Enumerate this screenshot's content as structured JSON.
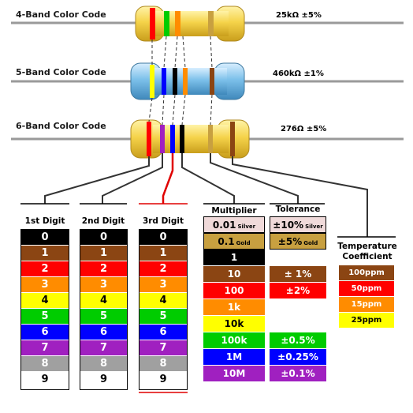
{
  "rows": [
    {
      "label": "4-Band Color Code",
      "value": "25kΩ  ±5%"
    },
    {
      "label": "5-Band Color Code",
      "value": "460kΩ  ±1%"
    },
    {
      "label": "6-Band Color Code",
      "value": "276Ω  ±5%"
    }
  ],
  "digit_headers": [
    "1st Digit",
    "2nd Digit",
    "3rd Digit"
  ],
  "digits": [
    {
      "text": "0",
      "bg": "#000000",
      "fg": "#ffffff"
    },
    {
      "text": "1",
      "bg": "#8b4513",
      "fg": "#ffffff"
    },
    {
      "text": "2",
      "bg": "#ff0000",
      "fg": "#ffffff"
    },
    {
      "text": "3",
      "bg": "#ff8c00",
      "fg": "#ffffff"
    },
    {
      "text": "4",
      "bg": "#ffff00",
      "fg": "#000000"
    },
    {
      "text": "5",
      "bg": "#00cc00",
      "fg": "#ffffff"
    },
    {
      "text": "6",
      "bg": "#0000ff",
      "fg": "#ffffff"
    },
    {
      "text": "7",
      "bg": "#a020c0",
      "fg": "#ffffff"
    },
    {
      "text": "8",
      "bg": "#a0a0a0",
      "fg": "#ffffff"
    },
    {
      "text": "9",
      "bg": "#ffffff",
      "fg": "#000000"
    }
  ],
  "multiplier": {
    "header": "Multiplier",
    "rows": [
      {
        "text": "0.01",
        "sub": "Silver",
        "bg": "#f0dada",
        "fg": "#000000"
      },
      {
        "text": "0.1",
        "sub": "Gold",
        "bg": "#c8a040",
        "fg": "#000000"
      },
      {
        "text": "1",
        "bg": "#000000",
        "fg": "#ffffff"
      },
      {
        "text": "10",
        "bg": "#8b4513",
        "fg": "#ffffff"
      },
      {
        "text": "100",
        "bg": "#ff0000",
        "fg": "#ffffff"
      },
      {
        "text": "1k",
        "bg": "#ff8c00",
        "fg": "#ffffff"
      },
      {
        "text": "10k",
        "bg": "#ffff00",
        "fg": "#000000"
      },
      {
        "text": "100k",
        "bg": "#00cc00",
        "fg": "#ffffff"
      },
      {
        "text": "1M",
        "bg": "#0000ff",
        "fg": "#ffffff"
      },
      {
        "text": "10M",
        "bg": "#a020c0",
        "fg": "#ffffff"
      }
    ]
  },
  "tolerance": {
    "header": "Tolerance",
    "rows": [
      {
        "text": "±10%",
        "sub": "Silver",
        "bg": "#f0dada",
        "fg": "#000000"
      },
      {
        "text": "±5%",
        "sub": "Gold",
        "bg": "#c8a040",
        "fg": "#000000"
      },
      {
        "text": "",
        "bg": "#ffffff",
        "fg": "#000000"
      },
      {
        "text": "± 1%",
        "bg": "#8b4513",
        "fg": "#ffffff"
      },
      {
        "text": "±2%",
        "bg": "#ff0000",
        "fg": "#ffffff"
      },
      {
        "text": "",
        "bg": "#ffffff",
        "fg": "#000000"
      },
      {
        "text": "",
        "bg": "#ffffff",
        "fg": "#000000"
      },
      {
        "text": "±0.5%",
        "bg": "#00cc00",
        "fg": "#ffffff"
      },
      {
        "text": "±0.25%",
        "bg": "#0000ff",
        "fg": "#ffffff"
      },
      {
        "text": "±0.1%",
        "bg": "#a020c0",
        "fg": "#ffffff"
      }
    ]
  },
  "tempco": {
    "header_line1": "Temperature",
    "header_line2": "Coefficient",
    "rows": [
      {
        "text": "100ppm",
        "bg": "#8b4513",
        "fg": "#ffffff"
      },
      {
        "text": "50ppm",
        "bg": "#ff0000",
        "fg": "#ffffff"
      },
      {
        "text": "15ppm",
        "bg": "#ff8c00",
        "fg": "#ffffff"
      },
      {
        "text": "25ppm",
        "bg": "#ffff00",
        "fg": "#000000"
      }
    ]
  },
  "colors": {
    "body_yellow": "#f5d34a",
    "body_blue": "#7cc0ea",
    "lead": "#9a9a9a",
    "highlight": "#e00000"
  }
}
